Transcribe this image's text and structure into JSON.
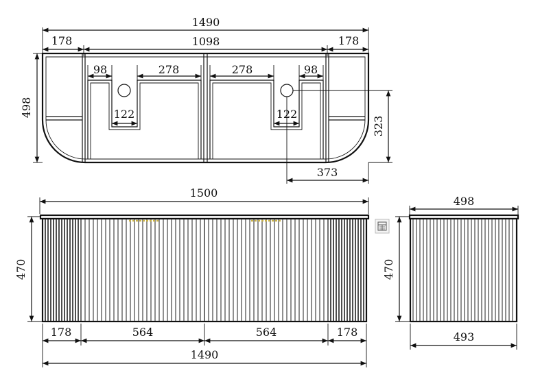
{
  "top_view": {
    "overall_width": "1490",
    "side_left": "178",
    "inner_width": "1098",
    "side_right": "178",
    "depth": "498",
    "offset_left": "98",
    "basin_left": "278",
    "basin_right": "278",
    "offset_right": "98",
    "hole_left": "122",
    "hole_right": "122",
    "hole_height": "323",
    "hole_from_edge": "373"
  },
  "front_view": {
    "top_width": "1500",
    "height": "470",
    "seg_left": "178",
    "seg_mid_left": "564",
    "seg_mid_right": "564",
    "seg_right": "178",
    "bottom_width": "1490"
  },
  "side_view": {
    "top_depth": "498",
    "height": "470",
    "bottom_depth": "493"
  },
  "icons": {
    "expand": "expand-icon"
  }
}
